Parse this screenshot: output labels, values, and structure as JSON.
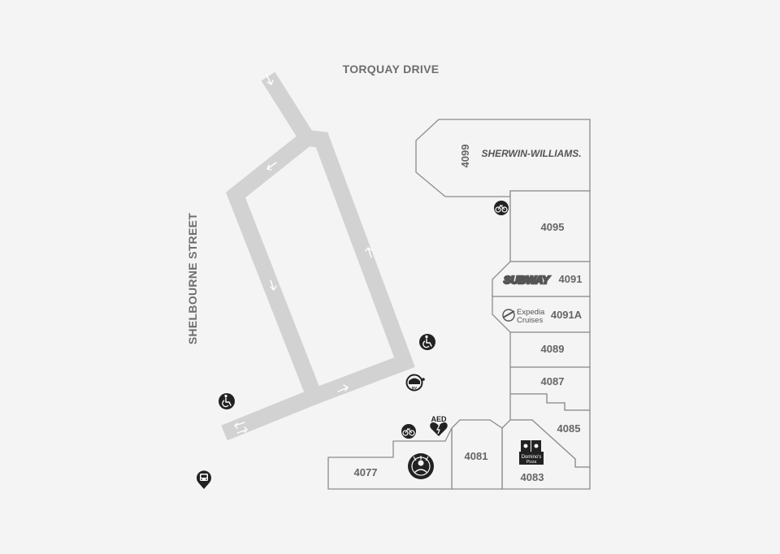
{
  "streets": {
    "north": "TORQUAY DRIVE",
    "west": "SHELBOURNE STREET"
  },
  "units": {
    "u4099": "4099",
    "u4095": "4095",
    "u4091": "4091",
    "u4091a": "4091A",
    "u4089": "4089",
    "u4087": "4087",
    "u4085": "4085",
    "u4083": "4083",
    "u4081": "4081",
    "u4077": "4077"
  },
  "brands": {
    "sherwin_williams": "SHERWIN-WILLIAMS.",
    "subway": "SUBWAY",
    "expedia_line1": "Expedia",
    "expedia_line2": "Cruises",
    "dominos_line1": "Domino's",
    "dominos_line2": "Pizza"
  },
  "amenities": {
    "aed_label": "AED",
    "ev_label": "EV"
  },
  "icons": [
    "bike-rack-icon",
    "accessible-parking-icon",
    "ev-charging-icon",
    "aed-icon",
    "bus-stop-icon",
    "one-way-arrow-icon"
  ],
  "colors": {
    "background": "#f4f4f4",
    "road": "#d2d2d2",
    "outline": "#8c8c8c",
    "label": "#666666",
    "icon": "#222222"
  }
}
